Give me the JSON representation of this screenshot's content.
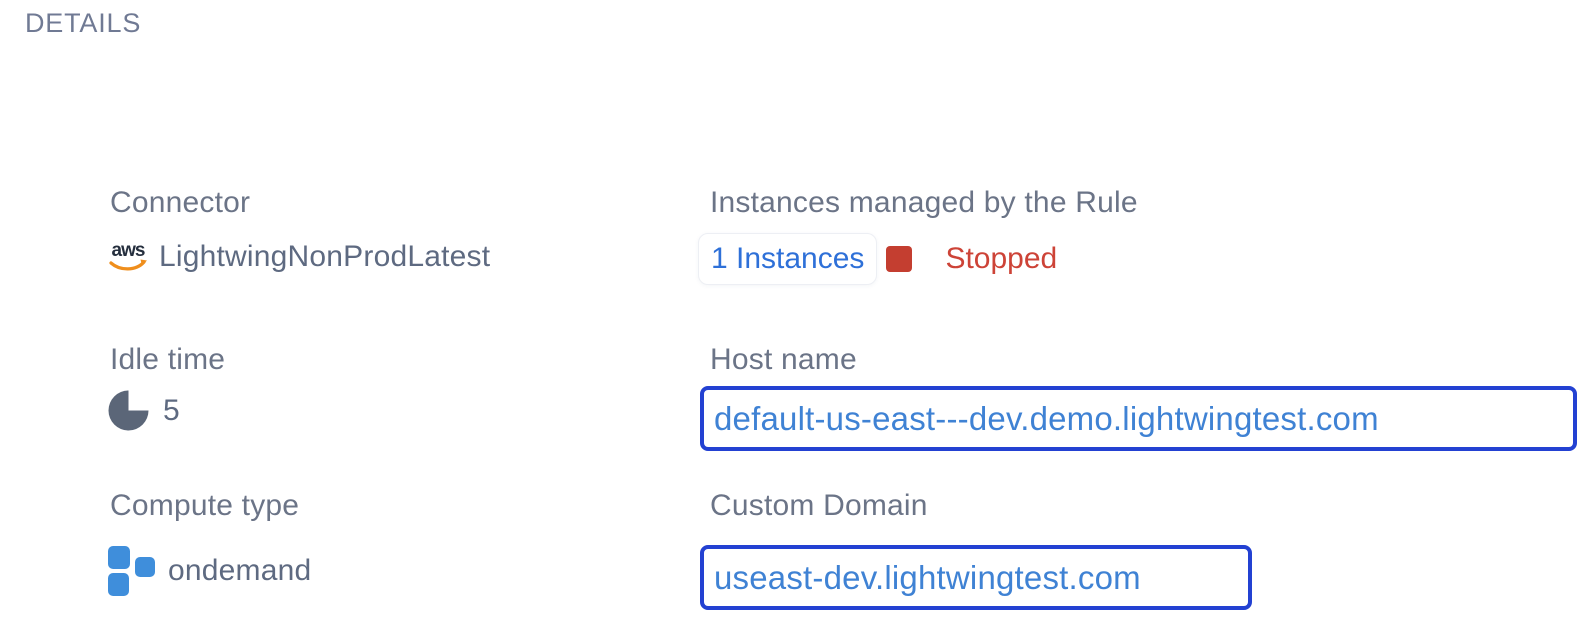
{
  "title": "DETAILS",
  "colors": {
    "title_gray": "#707a94",
    "label_gray": "#6b7487",
    "value_gray": "#5e6a81",
    "link_blue": "#2e70d8",
    "host_link_blue": "#3f82d4",
    "focus_border_blue": "#2341d2",
    "status_red_text": "#cd4337",
    "status_red_square": "#c43e30",
    "aws_navy": "#252f3e",
    "aws_orange": "#ef8e1c",
    "compute_blue": "#3f8edb",
    "idle_slate": "#5b6678"
  },
  "fields": {
    "connector": {
      "label": "Connector",
      "value": "LightwingNonProdLatest",
      "icon": "aws-logo",
      "aws_text": "aws"
    },
    "instances": {
      "label": "Instances managed by the Rule",
      "count": "1 Instances",
      "status": "Stopped"
    },
    "idle_time": {
      "label": "Idle time",
      "value": "5"
    },
    "host_name": {
      "label": "Host name",
      "value": "default-us-east---dev.demo.lightwingtest.com"
    },
    "compute_type": {
      "label": "Compute type",
      "value": "ondemand"
    },
    "custom_domain": {
      "label": "Custom Domain",
      "value": "useast-dev.lightwingtest.com"
    }
  }
}
